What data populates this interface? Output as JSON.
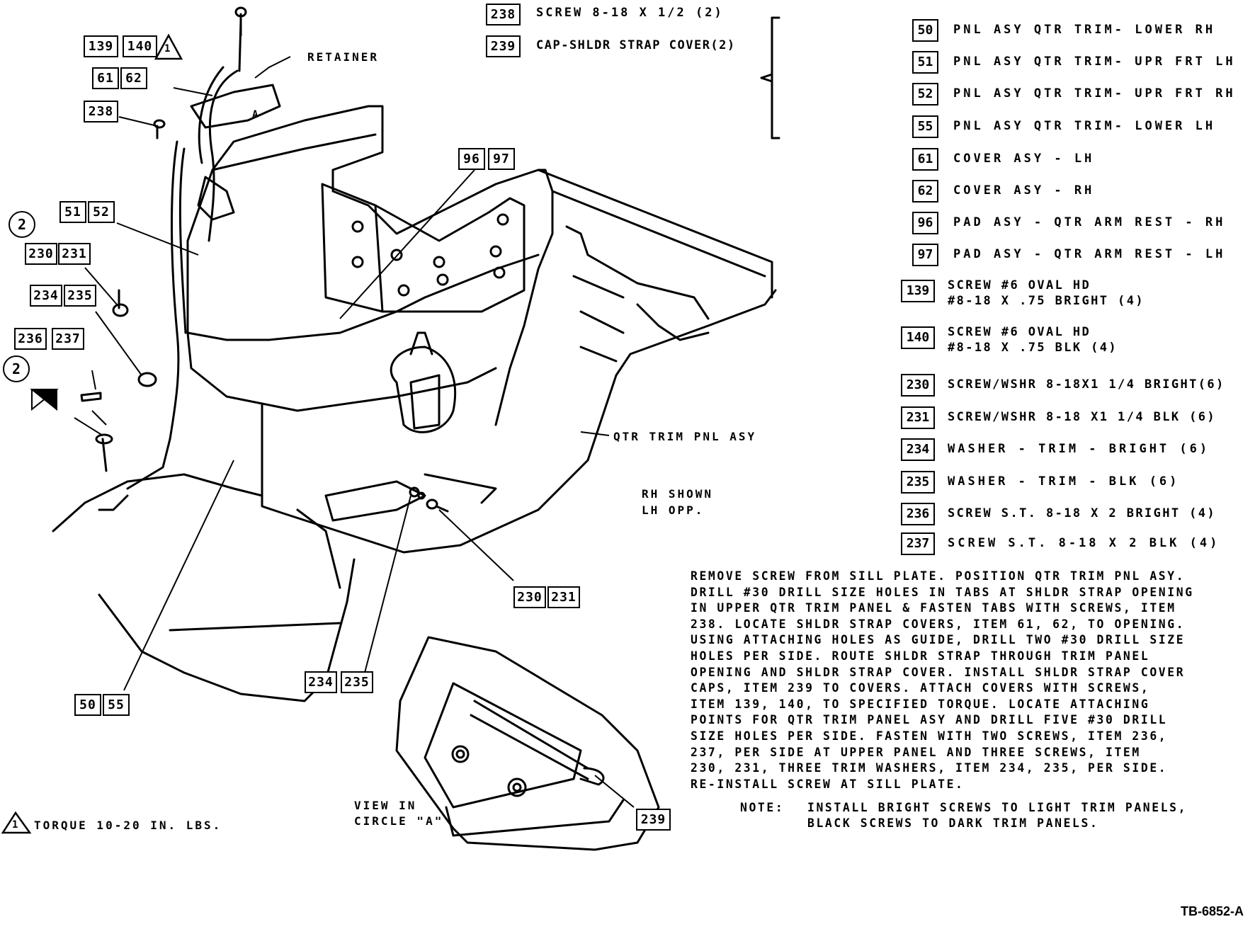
{
  "top_items": [
    {
      "num": "238",
      "desc": "SCREW 8-18 X 1/2 (2)"
    },
    {
      "num": "239",
      "desc": "CAP-SHLDR STRAP COVER(2)"
    }
  ],
  "parts_list": [
    {
      "num": "50",
      "desc": "PNL ASY QTR TRIM- LOWER RH"
    },
    {
      "num": "51",
      "desc": "PNL ASY QTR TRIM- UPR FRT LH"
    },
    {
      "num": "52",
      "desc": "PNL ASY QTR TRIM- UPR FRT RH"
    },
    {
      "num": "55",
      "desc": "PNL ASY QTR TRIM- LOWER LH"
    },
    {
      "num": "61",
      "desc": "COVER ASY - LH"
    },
    {
      "num": "62",
      "desc": "COVER ASY - RH"
    },
    {
      "num": "96",
      "desc": "PAD ASY - QTR ARM REST - RH"
    },
    {
      "num": "97",
      "desc": "PAD ASY - QTR ARM REST - LH"
    },
    {
      "num": "139",
      "desc": "SCREW #6 OVAL HD\n#8-18 X .75 BRIGHT (4)"
    },
    {
      "num": "140",
      "desc": "SCREW #6 OVAL HD\n#8-18 X .75 BLK (4)"
    },
    {
      "num": "230",
      "desc": "SCREW/WSHR 8-18X1 1/4 BRIGHT(6)"
    },
    {
      "num": "231",
      "desc": "SCREW/WSHR 8-18 X1 1/4 BLK (6)"
    },
    {
      "num": "234",
      "desc": "WASHER - TRIM - BRIGHT (6)"
    },
    {
      "num": "235",
      "desc": "WASHER - TRIM - BLK (6)"
    },
    {
      "num": "236",
      "desc": "SCREW S.T. 8-18 X 2 BRIGHT (4)"
    },
    {
      "num": "237",
      "desc": "SCREW S.T. 8-18 X 2 BLK (4)"
    }
  ],
  "callouts": {
    "c139": "139",
    "c140": "140",
    "c61": "61",
    "c62": "62",
    "c238": "238",
    "c51": "51",
    "c52": "52",
    "c230": "230",
    "c231": "231",
    "c234": "234",
    "c235": "235",
    "c236": "236",
    "c237": "237",
    "c96": "96",
    "c97": "97",
    "c50": "50",
    "c55": "55",
    "b230": "230",
    "b231": "231",
    "b234": "234",
    "b235": "235",
    "c239": "239",
    "circle2a": "2",
    "circle2b": "2",
    "warn_mark": "1",
    "circle_a": "A"
  },
  "labels": {
    "retainer": "RETAINER",
    "qtr_trim": "QTR TRIM PNL ASY",
    "rh_shown": "RH SHOWN",
    "lh_opp": "LH OPP.",
    "view_in": "VIEW IN",
    "circle_a": "CIRCLE \"A\"",
    "torque": "TORQUE 10-20 IN. LBS.",
    "tb_number": "TB-6852-A"
  },
  "instructions": "REMOVE SCREW FROM SILL PLATE. POSITION QTR TRIM PNL ASY.\nDRILL #30 DRILL SIZE HOLES IN TABS AT SHLDR STRAP OPENING\nIN UPPER QTR TRIM PANEL & FASTEN TABS WITH SCREWS, ITEM\n238. LOCATE SHLDR STRAP COVERS, ITEM 61, 62, TO OPENING.\nUSING ATTACHING HOLES AS GUIDE, DRILL TWO #30 DRILL SIZE\nHOLES PER SIDE. ROUTE SHLDR STRAP THROUGH TRIM PANEL\nOPENING AND SHLDR STRAP COVER. INSTALL SHLDR STRAP COVER\nCAPS, ITEM 239 TO COVERS. ATTACH COVERS WITH SCREWS,\nITEM 139, 140, TO SPECIFIED TORQUE. LOCATE ATTACHING\nPOINTS FOR QTR TRIM PANEL ASY AND DRILL FIVE #30 DRILL\nSIZE HOLES PER SIDE. FASTEN WITH TWO SCREWS, ITEM 236,\n237, PER SIDE AT UPPER PANEL AND THREE SCREWS, ITEM\n230, 231, THREE TRIM WASHERS, ITEM 234, 235, PER SIDE.\nRE-INSTALL SCREW AT SILL PLATE.",
  "note_label": "NOTE:",
  "note_text": "INSTALL BRIGHT SCREWS TO LIGHT TRIM PANELS,\nBLACK SCREWS TO DARK TRIM PANELS."
}
